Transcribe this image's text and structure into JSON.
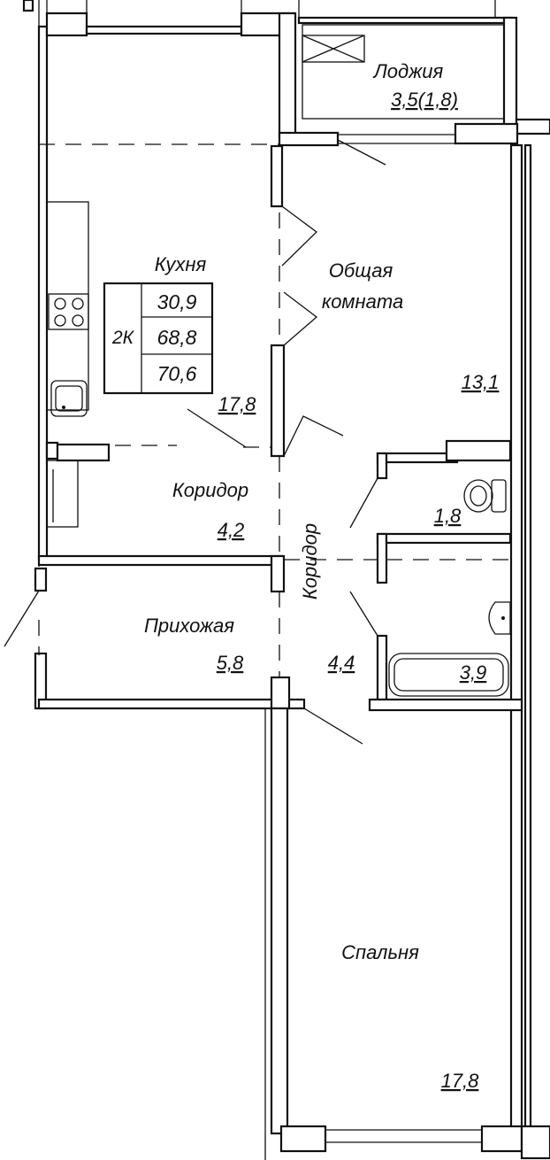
{
  "rooms": {
    "loggia": {
      "name": "Лоджия",
      "area": "3,5(1,8)"
    },
    "kitchen": {
      "name": "Кухня",
      "area": "17,8"
    },
    "living": {
      "name": "Общая комната",
      "name_line1": "Общая",
      "name_line2": "комната",
      "area": "13,1"
    },
    "corridor_top": {
      "name": "Коридор",
      "area": "4,2"
    },
    "wc": {
      "area": "1,8"
    },
    "corridor_vertical": {
      "name": "Коридор",
      "area": "4,4"
    },
    "hallway": {
      "name": "Прихожая",
      "area": "5,8"
    },
    "bathroom": {
      "area": "3,9"
    },
    "bedroom": {
      "name": "Спальня",
      "area": "17,8"
    }
  },
  "summary": {
    "type": "2К",
    "living_area": "30,9",
    "total_area": "68,8",
    "total_with_loggia": "70,6"
  },
  "icons": [
    "stove-icon",
    "sink-icon",
    "toilet-icon",
    "washbasin-icon",
    "bathtub-icon"
  ]
}
